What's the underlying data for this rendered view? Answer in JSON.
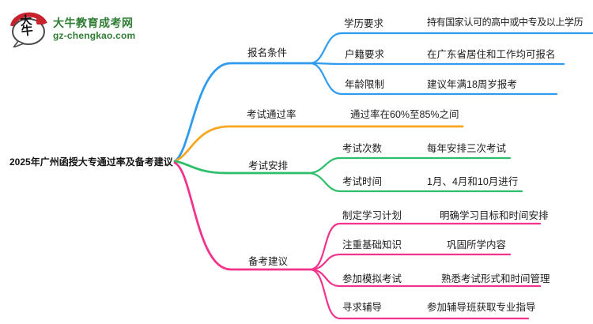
{
  "logo": {
    "title": "大牛教育成考网",
    "domain": "gz-chengkao.com",
    "icon": "daniu-speech-bubble-icon",
    "icon_chars": "大牛",
    "brand_green": "#2e7d32",
    "seal_red": "#c8232c"
  },
  "root": {
    "label": "2025年广州函授大专通过率及备考建议"
  },
  "branches": [
    {
      "label": "报名条件",
      "color": "#2e9bf0",
      "children": [
        {
          "label": "学历要求",
          "value": "持有国家认可的高中或中专及以上学历"
        },
        {
          "label": "户籍要求",
          "value": "在广东省居住和工作均可报名"
        },
        {
          "label": "年龄限制",
          "value": "建议年满18周岁报考"
        }
      ]
    },
    {
      "label": "考试通过率",
      "value": "通过率在60%至85%之间",
      "color": "#f7a620",
      "children": []
    },
    {
      "label": "考试安排",
      "color": "#2dbe6c",
      "children": [
        {
          "label": "考试次数",
          "value": "每年安排三次考试"
        },
        {
          "label": "考试时间",
          "value": "1月、4月和10月进行"
        }
      ]
    },
    {
      "label": "备考建议",
      "color": "#f2338c",
      "children": [
        {
          "label": "制定学习计划",
          "value": "明确学习目标和时间安排"
        },
        {
          "label": "注重基础知识",
          "value": "巩固所学内容"
        },
        {
          "label": "参加模拟考试",
          "value": "熟悉考试形式和时间管理"
        },
        {
          "label": "寻求辅导",
          "value": "参加辅导班获取专业指导"
        }
      ]
    }
  ]
}
